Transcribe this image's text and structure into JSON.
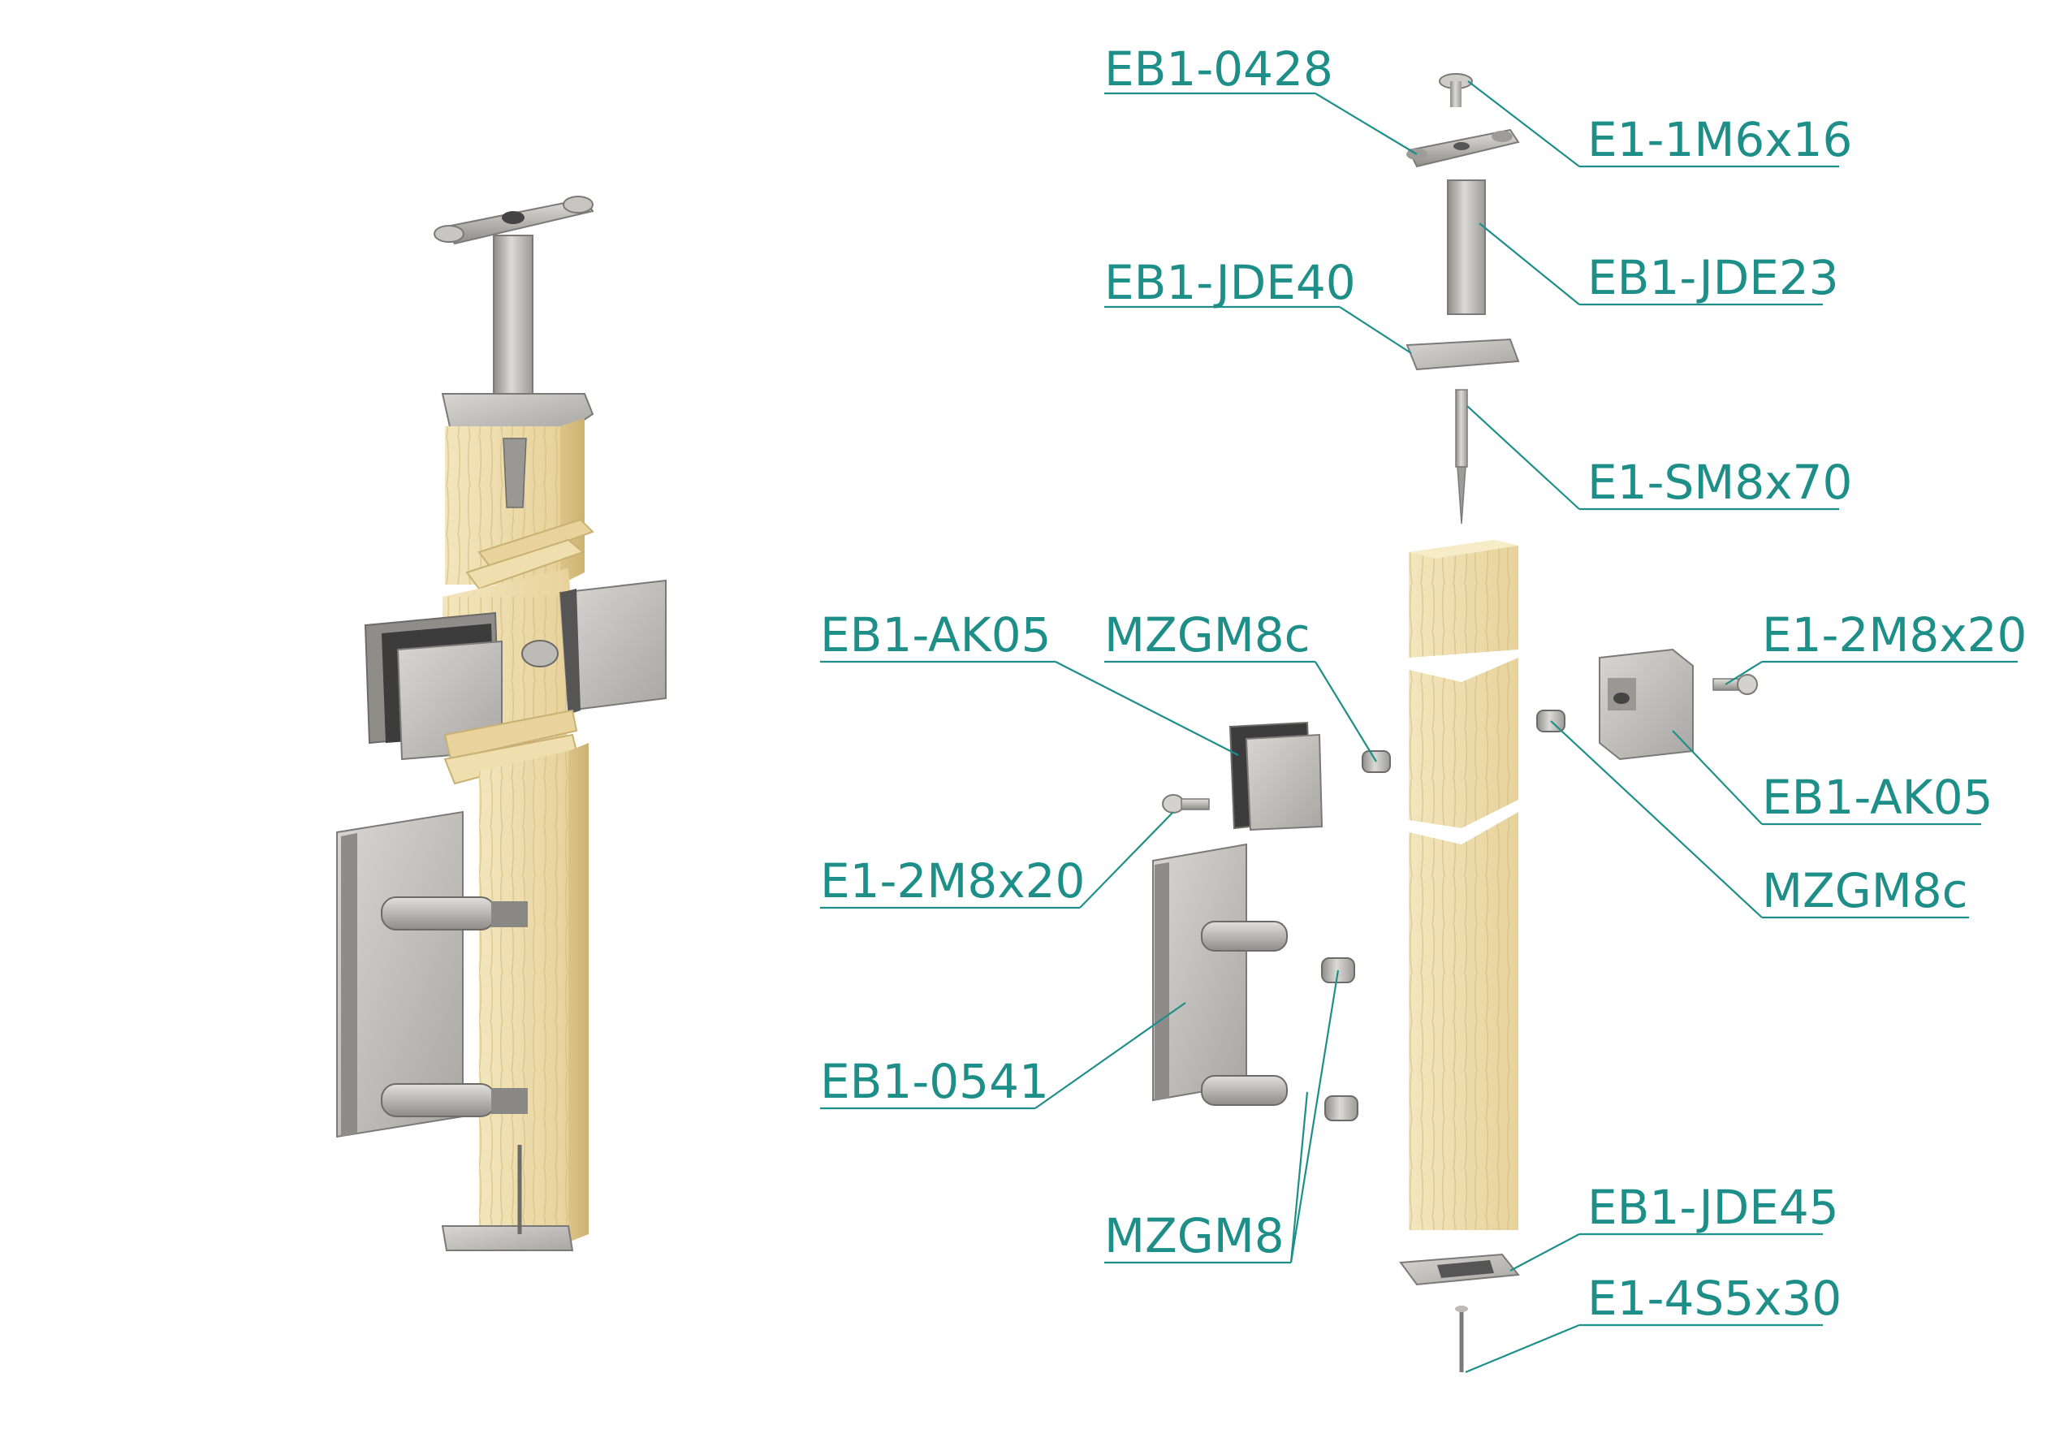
{
  "labels": {
    "eb1_0428": "EB1-0428",
    "e1_1m6x16": "E1-1M6x16",
    "eb1_jde40": "EB1-JDE40",
    "eb1_jde23": "EB1-JDE23",
    "e1_sm8x70": "E1-SM8x70",
    "eb1_ak05_left": "EB1-AK05",
    "mzgm8c_left": "MZGM8c",
    "e1_2m8x20_right": "E1-2M8x20",
    "eb1_ak05_right": "EB1-AK05",
    "e1_2m8x20_left": "E1-2M8x20",
    "mzgm8c_right": "MZGM8c",
    "eb1_0541": "EB1-0541",
    "mzgm8": "MZGM8",
    "eb1_jde45": "EB1-JDE45",
    "e1_4s5x30": "E1-4S5x30"
  },
  "colors": {
    "label": "#1e8f88",
    "steel": "#b9b7b2",
    "wood": "#ecd9a4"
  }
}
